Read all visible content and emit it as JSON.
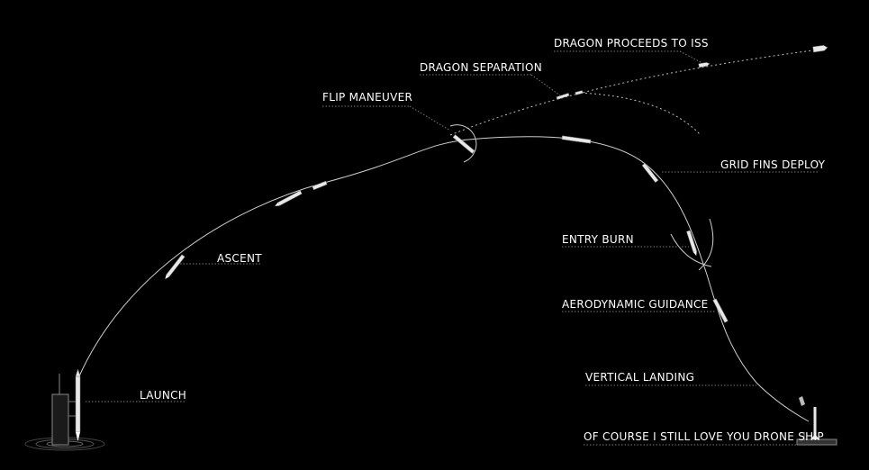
{
  "labels": {
    "launch": "LAUNCH",
    "ascent": "ASCENT",
    "flip": "FLIP MANEUVER",
    "separation": "DRAGON SEPARATION",
    "iss": "DRAGON PROCEEDS TO ISS",
    "gridfins": "GRID FINS DEPLOY",
    "entry": "ENTRY BURN",
    "aero": "AERODYNAMIC GUIDANCE",
    "vertical": "VERTICAL LANDING",
    "droneship": "OF COURSE I STILL LOVE YOU DRONE SHIP"
  },
  "colors": {
    "background": "#000000",
    "text": "#ffffff",
    "trajectory": "#cfcfcf",
    "leader": "#7a7a7a"
  }
}
